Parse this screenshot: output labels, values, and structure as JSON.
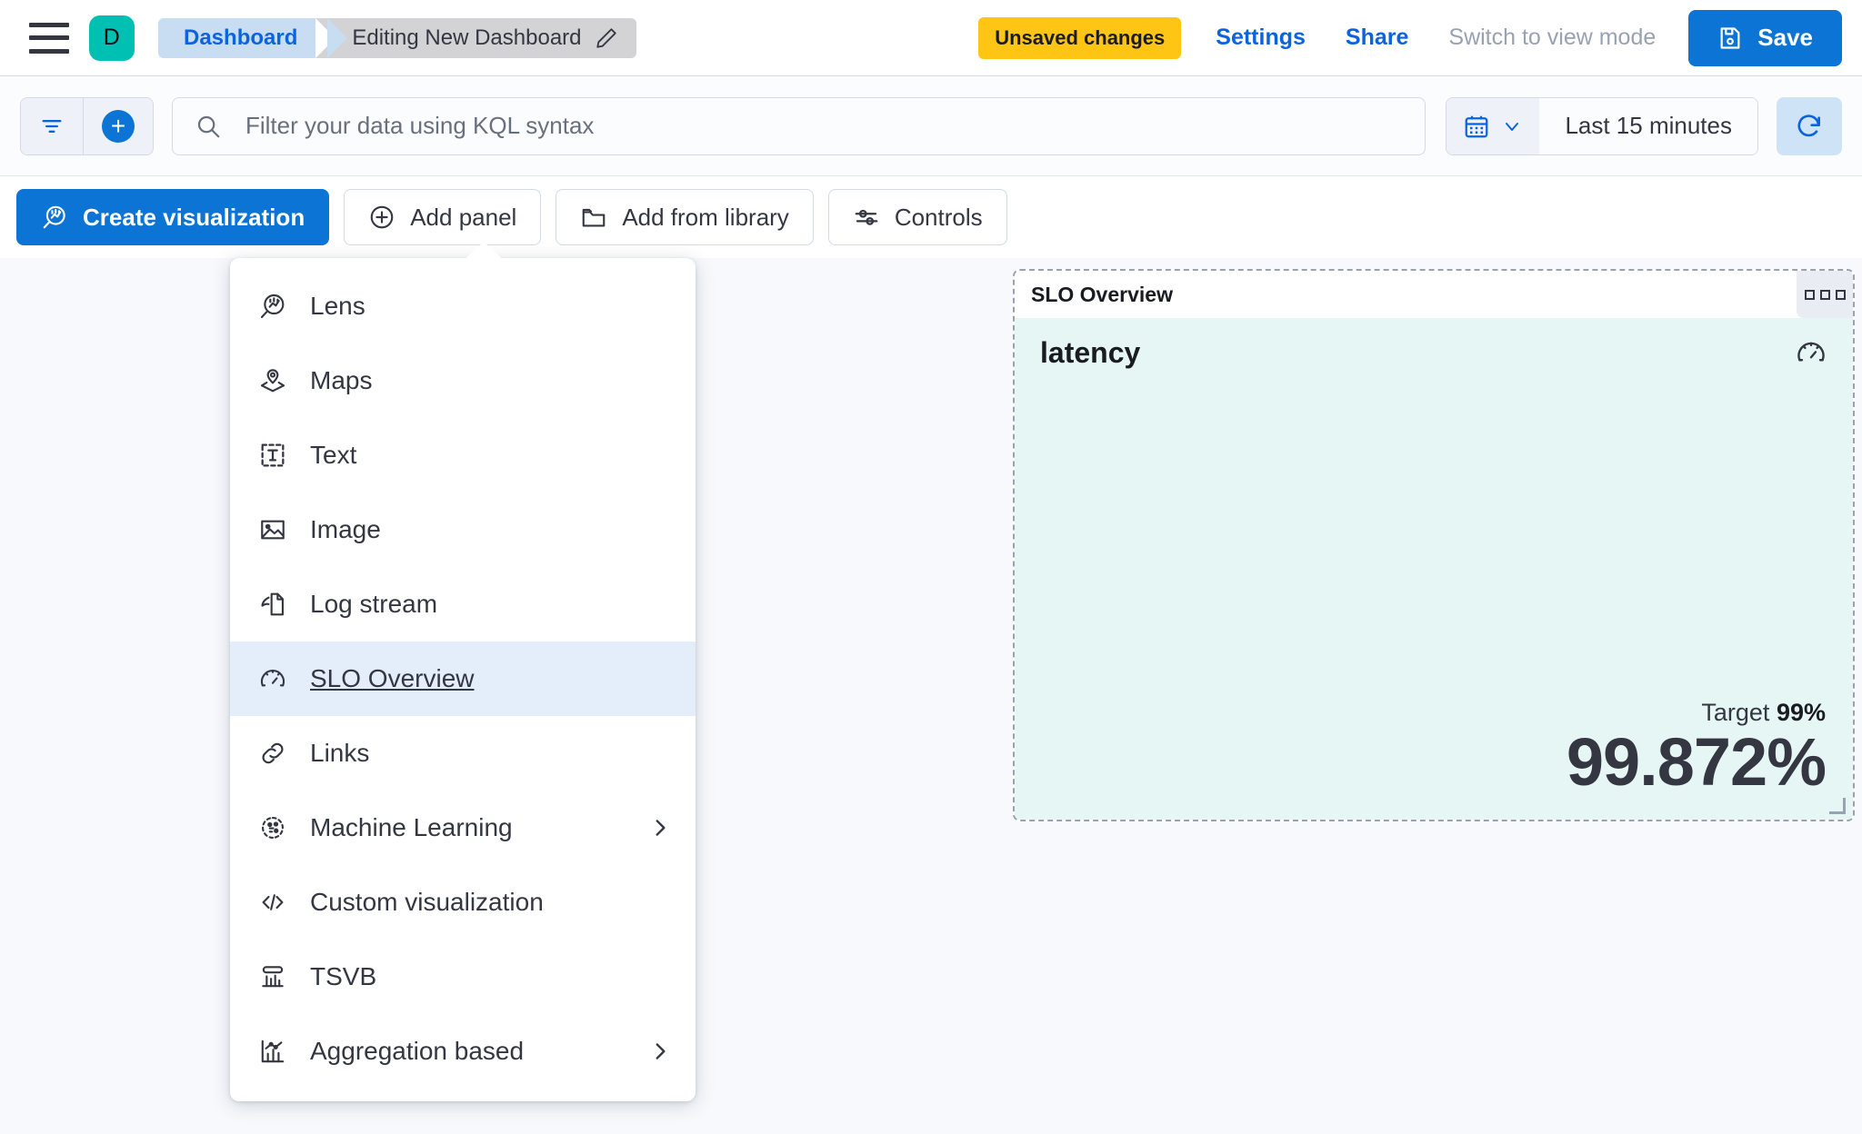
{
  "header": {
    "menu_icon": "hamburger-icon",
    "avatar_letter": "D",
    "breadcrumb_root": "Dashboard",
    "breadcrumb_current": "Editing New Dashboard",
    "edit_icon": "pencil-icon",
    "unsaved_badge": "Unsaved changes",
    "settings_link": "Settings",
    "share_link": "Share",
    "view_mode_link": "Switch to view mode",
    "save_label": "Save",
    "save_icon": "save-disk-icon"
  },
  "querybar": {
    "filter_icon": "filter-icon",
    "add_filter_icon": "plus-circle-icon",
    "search_icon": "search-icon",
    "placeholder": "Filter your data using KQL syntax",
    "value": "",
    "calendar_icon": "calendar-icon",
    "chevron_icon": "chevron-down-icon",
    "time_range": "Last 15 minutes",
    "refresh_icon": "refresh-icon"
  },
  "toolbar": {
    "create_visualization": "Create visualization",
    "add_panel": "Add panel",
    "add_from_library": "Add from library",
    "controls": "Controls"
  },
  "add_panel_menu": {
    "items": [
      {
        "label": "Lens",
        "icon": "lens-icon",
        "active": false,
        "submenu": false
      },
      {
        "label": "Maps",
        "icon": "maps-pin-icon",
        "active": false,
        "submenu": false
      },
      {
        "label": "Text",
        "icon": "text-box-icon",
        "active": false,
        "submenu": false
      },
      {
        "label": "Image",
        "icon": "image-icon",
        "active": false,
        "submenu": false
      },
      {
        "label": "Log stream",
        "icon": "log-stream-icon",
        "active": false,
        "submenu": false
      },
      {
        "label": "SLO Overview",
        "icon": "gauge-icon",
        "active": true,
        "submenu": false
      },
      {
        "label": "Links",
        "icon": "link-icon",
        "active": false,
        "submenu": false
      },
      {
        "label": "Machine Learning",
        "icon": "ml-icon",
        "active": false,
        "submenu": true
      },
      {
        "label": "Custom visualization",
        "icon": "code-icon",
        "active": false,
        "submenu": false
      },
      {
        "label": "TSVB",
        "icon": "tsvb-icon",
        "active": false,
        "submenu": false
      },
      {
        "label": "Aggregation based",
        "icon": "agg-chart-icon",
        "active": false,
        "submenu": true
      }
    ]
  },
  "panel": {
    "title": "SLO Overview",
    "context_menu_icon": "panel-context-menu-icon",
    "slo_name": "latency",
    "slo_icon": "gauge-icon",
    "target_label": "Target",
    "target_value": "99%",
    "current_value": "99.872%",
    "background_color": "#e6f6f4"
  },
  "colors": {
    "primary_blue": "#0b74d4",
    "link_blue": "#0b64dd",
    "warning_yellow": "#fec514",
    "avatar_teal": "#00bfb3",
    "panel_mint": "#e6f6f4",
    "menu_active": "#e4eefa"
  }
}
